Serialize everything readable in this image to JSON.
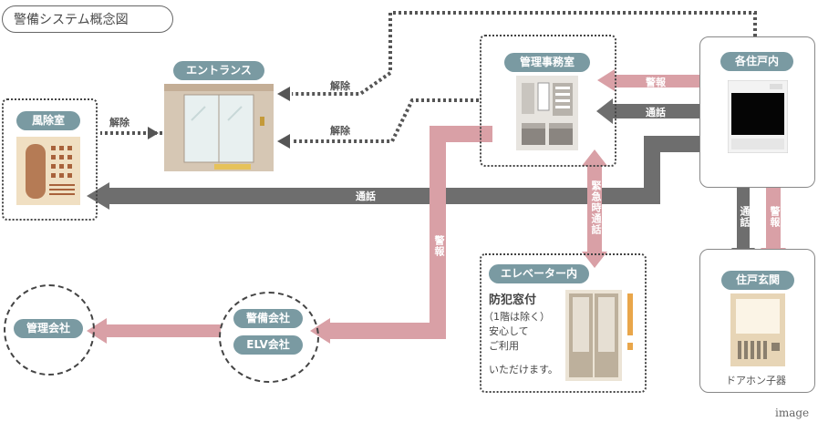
{
  "title": "警備システム概念図",
  "nodes": {
    "entrance": "エントランス",
    "windshield_room": "風除室",
    "management_office": "管理事務室",
    "each_unit": "各住戸内",
    "elevator": "エレベーター内",
    "unit_entrance": "住戸玄関",
    "door_phone_caption": "ドアホン子器",
    "security_company": "警備会社",
    "elv_company": "ELV会社",
    "management_company": "管理会社"
  },
  "labels": {
    "unlock_top": "解除",
    "unlock_mid": "解除",
    "unlock_left": "解除",
    "alarm_office": "警報",
    "talk_office": "通話",
    "talk_main": "通話",
    "alarm_vertical": "警報",
    "emergency_talk": "緊急時通話",
    "talk_door": "通話",
    "alarm_door": "警報"
  },
  "elevator_note": {
    "heading": "防犯窓付",
    "line1": "（1階は除く）",
    "line2": "安心して",
    "line3": "ご利用",
    "line4": "いただけます。"
  },
  "watermark": "image",
  "colors": {
    "alarm": "#d9a0a6",
    "talk": "#6e6e6e",
    "pill": "#7a9aa2"
  }
}
